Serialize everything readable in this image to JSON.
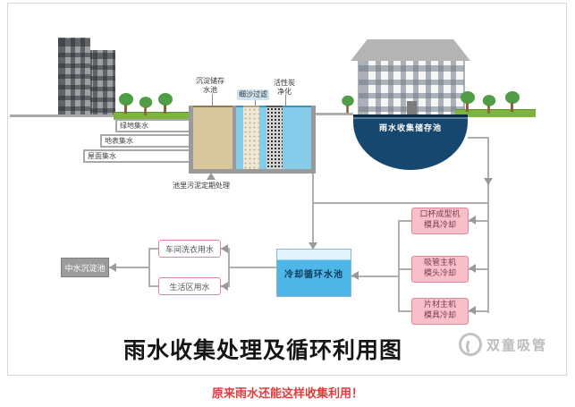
{
  "page": {
    "caption": "原来雨水还能这样收集利用！"
  },
  "diagram": {
    "title": "雨水收集处理及循环利用图",
    "watermark": "双童吸管",
    "collection": {
      "green": "绿地集水",
      "surface": "地表集水",
      "roof": "屋面集水"
    },
    "treatment": {
      "sediment_label": "沉淀储存水池",
      "sand_label": "细沙过滤",
      "carbon_label": "活性炭净化",
      "pool_label": "雨水收集储存池",
      "sludge_note": "池里污泥定期处理"
    },
    "flow": {
      "reclaimed_tank": "中水沉淀池",
      "laundry": "车间洗衣用水",
      "living": "生活区用水",
      "cooling_pool": "冷却循环水池",
      "machines": [
        {
          "line1": "口杯成型机",
          "line2": "模具冷却"
        },
        {
          "line1": "吸管主机",
          "line2": "模头冷却"
        },
        {
          "line1": "片材主机",
          "line2": "模具冷却"
        }
      ]
    },
    "colors": {
      "pool_blue": "#16476f",
      "cooling_blue": "#4db6e6",
      "pink_border": "#e08898",
      "pink_fill": "#f6bfca",
      "caption_red": "#e23b3b",
      "grass_green": "#7cb43e"
    }
  }
}
